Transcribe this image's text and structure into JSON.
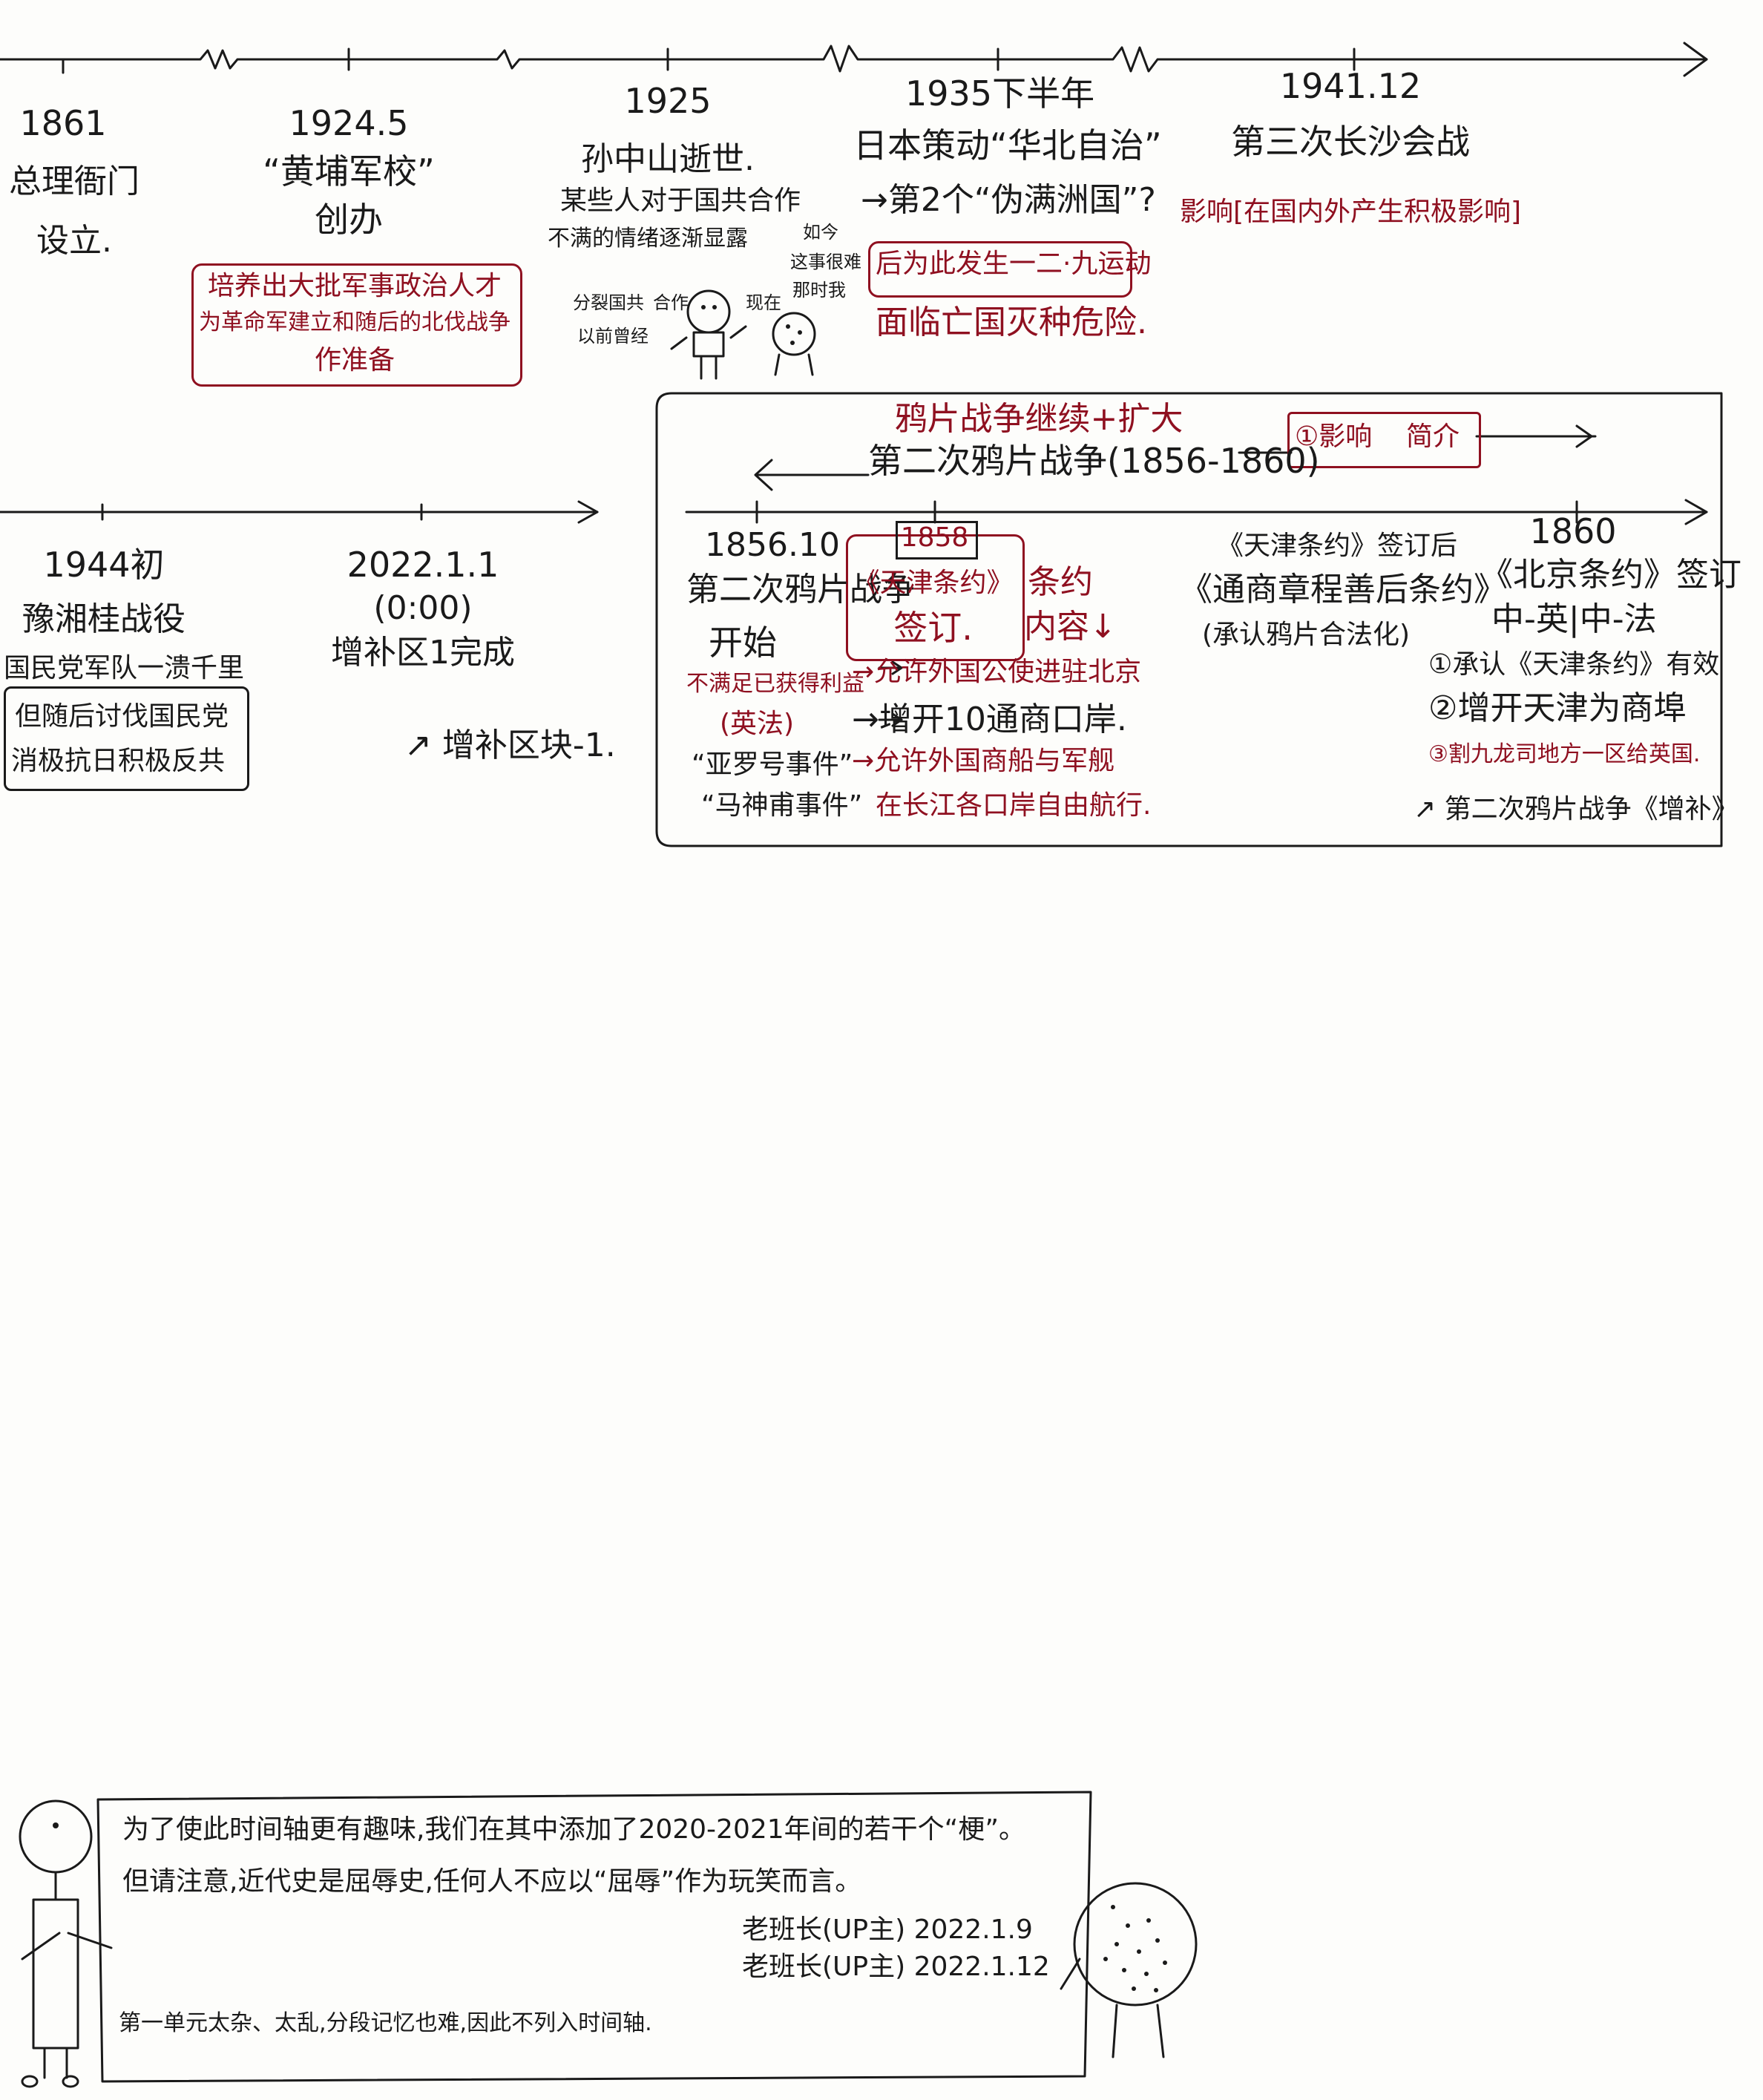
{
  "top_events": [
    {
      "date": "1861",
      "lines": [
        "总理衙门",
        "设立."
      ]
    },
    {
      "date": "1924.5",
      "lines": [
        "“黄埔军校”",
        "创办"
      ],
      "notes": [
        "培养出大批军事政治人才",
        "为革命军建立和随后的北伐战争",
        "作准备"
      ]
    },
    {
      "date": "1925",
      "lines": [
        "孙中山逝世."
      ],
      "notes": [
        "某些人对于国共合作",
        "不满的情绪逐渐显露"
      ],
      "doodle_notes": [
        "分裂国共",
        "合作",
        "以前曾经",
        "现在"
      ]
    },
    {
      "date": "1935下半年",
      "lines": [
        "日本策动“华北自治”",
        "→第2个“伪满洲国”?"
      ],
      "notes": [
        "后为此发生一二·九运动",
        "面临亡国灭种危险."
      ],
      "doodle_notes": [
        "如今",
        "这事很难",
        "那时我"
      ]
    },
    {
      "date": "1941.12",
      "lines": [
        "第三次长沙会战"
      ],
      "notes": [
        "影响[在国内外产生积极影响]"
      ]
    }
  ],
  "mid_events": [
    {
      "date": "1944初",
      "lines": [
        "豫湘桂战役",
        "国民党军队一溃千里",
        "但随后讨伐国民党",
        "消极抗日积极反共"
      ]
    },
    {
      "date": "2022.1.1",
      "time": "(0:00)",
      "lines": [
        "增补区1完成"
      ],
      "link": "增补区块-1."
    }
  ],
  "opium_war": {
    "header_red": "鸦片战争继续+扩大",
    "header": "第二次鸦片战争(1856-1860)",
    "impact": "①影响",
    "intro": "简介",
    "start": {
      "date": "1856.10",
      "title": [
        "第二次鸦片战争",
        "开始"
      ],
      "cause_red": [
        "不满足已获得利益",
        "(英法)"
      ],
      "incidents": [
        "“亚罗号事件”",
        "“马神甫事件”"
      ]
    },
    "treaty_1858": {
      "year": "1858",
      "name": "《天津条约》",
      "action": "签订.",
      "content_label": [
        "条约",
        "内容↓"
      ],
      "contents": [
        "→允许外国公使进驻北京",
        "→增开10通商口岸.",
        "→允许外国商船与军舰",
        "在长江各口岸自由航行."
      ]
    },
    "after_tianjin": [
      "《天津条约》签订后",
      "《通商章程善后条约》",
      "(承认鸦片合法化)"
    ],
    "beijing_1860": {
      "year": "1860",
      "title": [
        "《北京条约》签订",
        "中-英|中-法"
      ],
      "items": [
        "①承认《天津条约》有效",
        "②增开天津为商埠",
        "③割九龙司地方一区给英国."
      ],
      "link": "第二次鸦片战争《增补》"
    }
  },
  "footer": {
    "note_lines": [
      "为了使此时间轴更有趣味,我们在其中添加了2020-2021年间的若干个“梗”。",
      "但请注意,近代史是屈辱史,任何人不应以“屈辱”作为玩笑而言。"
    ],
    "sign1": "老班长(UP主) 2022.1.9",
    "sign2": "老班长(UP主) 2022.1.12",
    "figure_note": "第一单元太杂、太乱,分段记忆也难,因此不列入时间轴."
  },
  "colors": {
    "ink": "#1a1a1a",
    "red_ink": "#8f1020",
    "paper": "#fdfdfb"
  }
}
